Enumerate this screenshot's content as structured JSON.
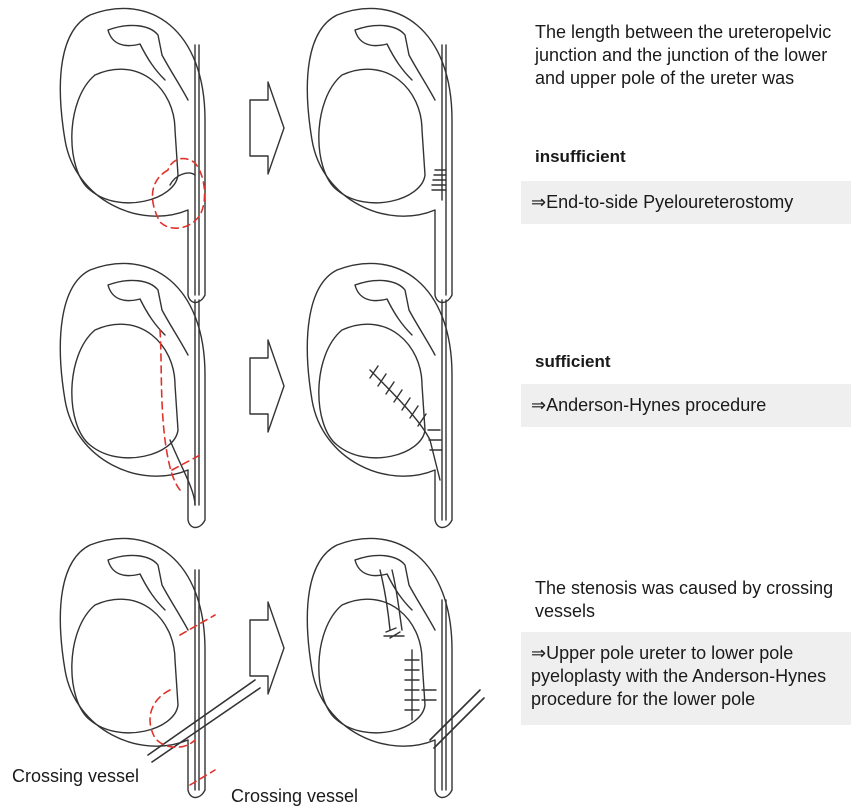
{
  "rows": [
    {
      "condition_text": "The length between the ureteropelvic junction and the junction of the lower and upper pole of the ureter was",
      "verdict": "insufficient",
      "procedure": "⇒End-to-side Pyeloureterostomy"
    },
    {
      "condition_text": "",
      "verdict": "sufficient",
      "procedure": "⇒Anderson-Hynes procedure"
    },
    {
      "condition_text": "The stenosis was caused by crossing vessels",
      "verdict": "",
      "procedure": "⇒Upper pole ureter to lower pole pyeloplasty with the Anderson-Hynes procedure for the lower pole"
    }
  ],
  "labels": {
    "crossing_vessel_left": "Crossing vessel",
    "crossing_vessel_bottom": "Crossing vessel"
  },
  "colors": {
    "incision": "#e0332b",
    "outline": "#333333",
    "box": "#efefef"
  }
}
